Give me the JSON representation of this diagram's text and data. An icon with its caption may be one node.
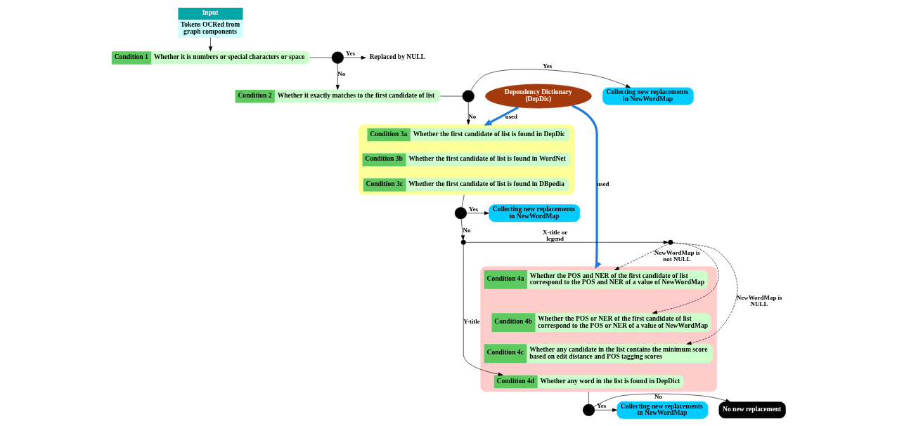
{
  "diagram": {
    "nodes": [
      {
        "text": [
          "Input",
          "Tokens OCRed from graph components"
        ]
      },
      {
        "text": [
          "Condition 1",
          "Whether it is numbers or special characters or space"
        ]
      },
      {
        "text": [],
        "shape": "circle"
      },
      {
        "text": [
          "Replaced by NULL"
        ]
      },
      {
        "text": [
          "Condition 2",
          "Whether it exactly matches to the first candidate of list"
        ]
      },
      {
        "text": [],
        "shape": "circle"
      },
      {
        "text": [
          "Collecting new replacements in NewWordMap"
        ]
      },
      {
        "text": [],
        "shape": "box"
      },
      {
        "text": [
          "Condition 3a",
          "Whether the first candidate of list is found in DepDic"
        ],
        "in": 7
      },
      {
        "text": [
          "Condition 3b",
          "Whether the first candidate of list is found in WordNet"
        ],
        "in": 7
      },
      {
        "text": [
          "Condition 3c",
          "Whether the first candidate of list is found in DBpedia"
        ],
        "in": 7
      },
      {
        "text": [
          "Dependency Dictionary (DepDic)"
        ]
      },
      {
        "text": [],
        "shape": "circle"
      },
      {
        "text": [
          "Collecting new replacements in NewWordMap"
        ]
      },
      {
        "text": [],
        "shape": "box"
      },
      {
        "text": [
          "Condition 4a",
          "Whether the POS and NER of the first candidate of list correspond to the POS and NER of a value of NewWordMap"
        ],
        "in": 14
      },
      {
        "text": [
          "Condition 4b",
          "Whether the POS or NER of the first candidate of list correspond to the POS or NER of a value of NewWordMap"
        ],
        "in": 14
      },
      {
        "text": [
          "Condition 4c",
          "Whether any candidate in the list contains the minimum score based on edit distance and POS tagging scores"
        ],
        "in": 14
      },
      {
        "text": [
          "Condition 4d",
          "Whether any word in the list is found in DepDict"
        ],
        "in": 14
      },
      {
        "text": [],
        "shape": "circle"
      },
      {
        "text": [],
        "shape": "circle"
      },
      {
        "text": [],
        "shape": "circle"
      },
      {
        "text": [
          "Collecting new replacements in NewWordMap"
        ]
      },
      {
        "text": [
          "No new replacement"
        ]
      }
    ],
    "edges": [
      {
        "from": 0,
        "to": 1,
        "arrow": "to"
      },
      {
        "from": 1,
        "to": 2,
        "arrow": "none"
      },
      {
        "from": 2,
        "to": 3,
        "arrow": "to",
        "label": "Yes"
      },
      {
        "from": 2,
        "to": 4,
        "arrow": "to",
        "label": "No"
      },
      {
        "from": 4,
        "to": 5,
        "arrow": "none"
      },
      {
        "from": 5,
        "to": 6,
        "arrow": "to",
        "label": "Yes"
      },
      {
        "from": 5,
        "to": 7,
        "arrow": "to",
        "label": "No"
      },
      {
        "from": 11,
        "to": 7,
        "arrow": "to",
        "label": "used",
        "style": "thick",
        "color": "#1f7ae0"
      },
      {
        "from": 11,
        "to": 14,
        "arrow": "to",
        "label": "used",
        "style": "thick",
        "color": "#1f7ae0"
      },
      {
        "from": 7,
        "to": 12,
        "arrow": "none"
      },
      {
        "from": 12,
        "to": 13,
        "arrow": "to",
        "label": "Yes"
      },
      {
        "from": 12,
        "to": 19,
        "arrow": "to",
        "label": "No"
      },
      {
        "from": 19,
        "to": 20,
        "arrow": "to",
        "label": "X-title or legend"
      },
      {
        "from": 19,
        "to": 18,
        "arrow": "to",
        "label": "Y-title"
      },
      {
        "from": 20,
        "to": 15,
        "arrow": "to",
        "label": "NewWordMap is not NULL",
        "style": "dashed"
      },
      {
        "from": 20,
        "to": 16,
        "arrow": "to",
        "style": "dashed"
      },
      {
        "from": 20,
        "to": 17,
        "arrow": "to",
        "label": "NewWordMap is NULL",
        "style": "dashed"
      },
      {
        "from": 14,
        "to": 21,
        "arrow": "none"
      },
      {
        "from": 21,
        "to": 22,
        "arrow": "to",
        "label": "Yes"
      },
      {
        "from": 21,
        "to": 23,
        "arrow": "to",
        "label": "No"
      }
    ]
  }
}
